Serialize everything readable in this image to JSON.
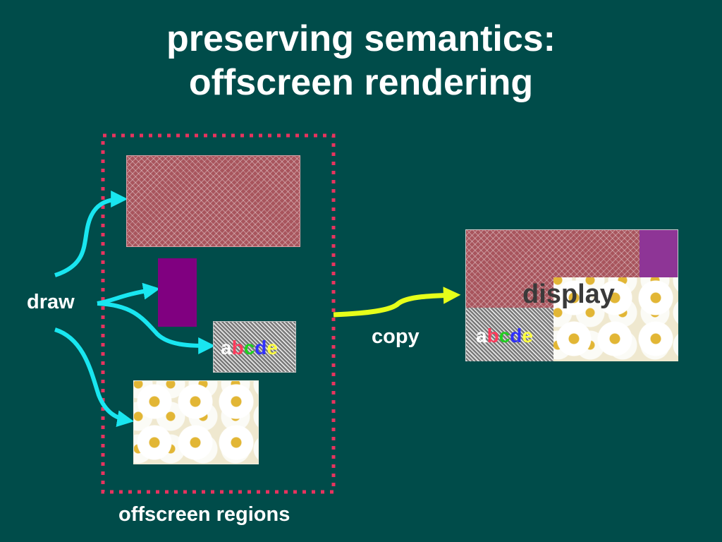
{
  "title": {
    "line1": "preserving semantics:",
    "line2": "offscreen rendering"
  },
  "labels": {
    "draw": "draw",
    "copy": "copy",
    "display": "display",
    "offscreen_regions": "offscreen regions"
  },
  "letters": {
    "chars": [
      "a",
      "b",
      "c",
      "d",
      "e"
    ],
    "colors": [
      "#ffffff",
      "#ff3b5c",
      "#20d020",
      "#3030ff",
      "#ffff40"
    ]
  },
  "colors": {
    "background": "#004c4a",
    "dotted_border": "#e8335f",
    "draw_arrows": "#19e6f0",
    "copy_arrow": "#e6ff1a",
    "purple_rect": "#800080",
    "display_purple": "#8e3596",
    "hatch_red": "#a8555d"
  }
}
